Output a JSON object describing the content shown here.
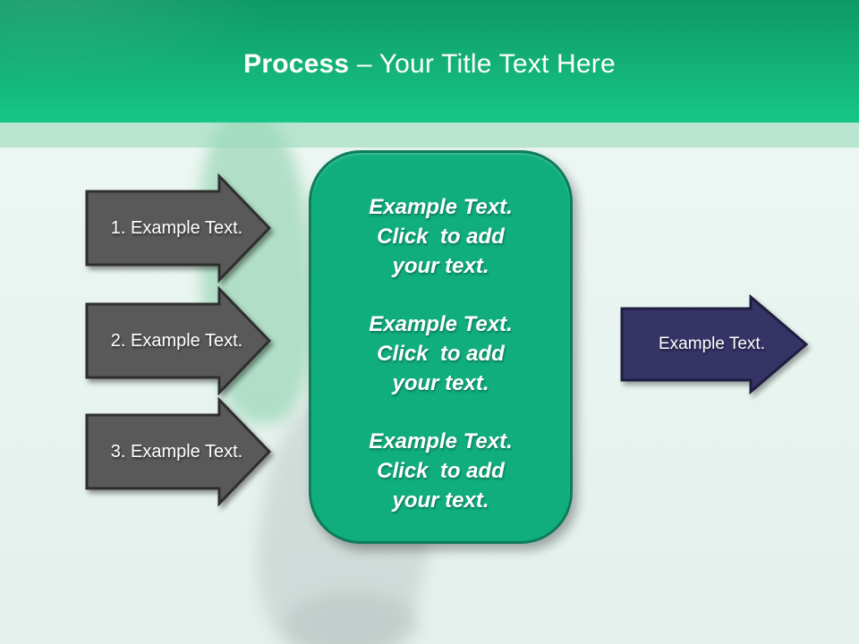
{
  "slide": {
    "title": {
      "bold": "Process",
      "rest": " – Your Title Text Here"
    },
    "steps": [
      {
        "label": "1. Example Text."
      },
      {
        "label": "2. Example Text."
      },
      {
        "label": "3. Example Text."
      }
    ],
    "center_box": {
      "paragraphs": [
        {
          "lines": [
            "Example Text.",
            "Click  to add",
            "your text."
          ]
        },
        {
          "lines": [
            "Example Text.",
            "Click  to add",
            "your text."
          ]
        },
        {
          "lines": [
            "Example Text.",
            "Click  to add",
            "your text."
          ]
        }
      ]
    },
    "result_arrow": {
      "label": "Example Text."
    },
    "colors": {
      "header_top": "#0e9965",
      "header_bottom": "#17c688",
      "band": "#a9ddc4",
      "box_fill": "#10ae7d",
      "box_border": "#0c7c59",
      "step_fill": "#595959",
      "step_border": "#2e2e2e",
      "result_fill": "#363367",
      "result_border": "#1f1d40"
    }
  }
}
